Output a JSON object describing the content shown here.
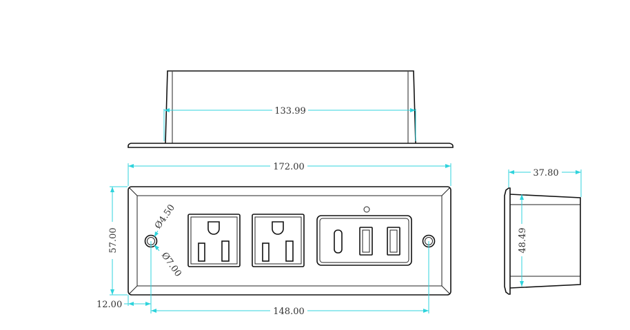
{
  "top_view": {
    "width_dim": "133.99"
  },
  "front_view": {
    "overall_width_dim": "172.00",
    "height_dim": "57.00",
    "hole_offset_dim": "12.00",
    "hole_spacing_dim": "148.00",
    "hole_inner_dia": "Ø4.50",
    "hole_outer_dia": "Ø7.00"
  },
  "side_view": {
    "depth_dim": "37.80",
    "body_height_dim": "48.49"
  },
  "colors": {
    "dimension": "#2fd3dc",
    "outline": "#111111"
  }
}
